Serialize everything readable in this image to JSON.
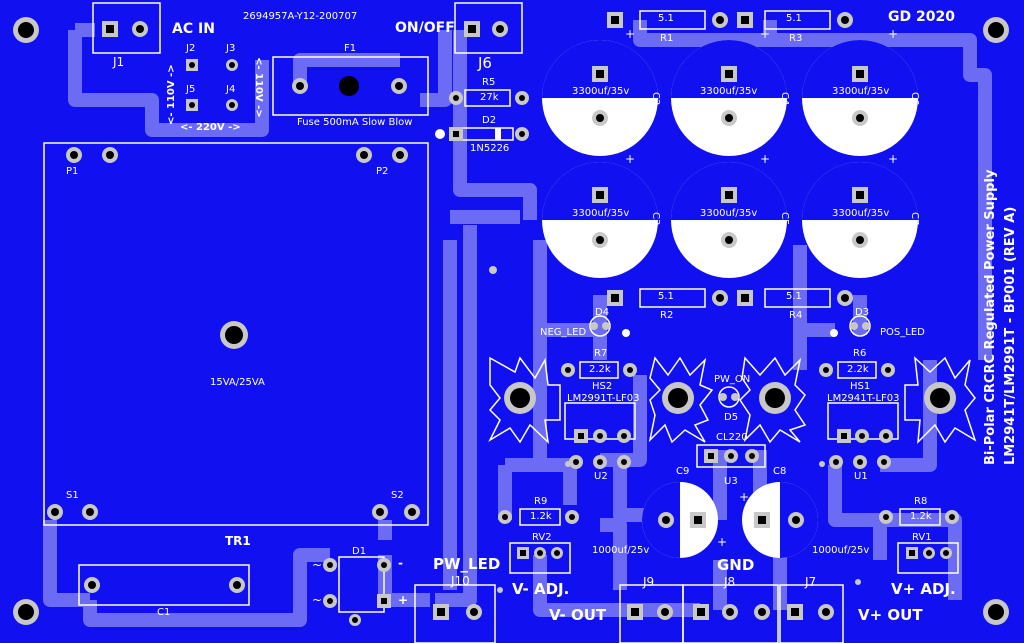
{
  "board": {
    "part_number": "2694957A-Y12-200707",
    "designer": "GD 2020",
    "title_line1": "Bi-Polar CRCRC Regulated Power Supply",
    "title_line2": "LM2941T/LM2991T - BP001 (REV A)"
  },
  "connectors": {
    "j1": "J1",
    "ac_in": "AC IN",
    "j6": "J6",
    "on_off": "ON/OFF",
    "j2": "J2",
    "j3": "J3",
    "j4": "J4",
    "j5": "J5",
    "v110_left": "<- 110V ->",
    "v110_right": "<- 110V ->",
    "v220": "<- 220V ->",
    "j7": "J7",
    "j8": "J8",
    "j9": "J9",
    "j10": "J10",
    "v_plus_out": "V+ OUT",
    "v_minus_out": "V- OUT",
    "gnd": "GND",
    "pw_led": "PW_LED"
  },
  "fuse": {
    "ref": "F1",
    "label": "Fuse 500mA Slow Blow"
  },
  "transformer": {
    "ref": "TR1",
    "label": "15VA/25VA",
    "p1": "P1",
    "p2": "P2",
    "s1": "S1",
    "s2": "S2"
  },
  "resistors": {
    "r1": {
      "ref": "R1",
      "value": "5.1"
    },
    "r2": {
      "ref": "R2",
      "value": "5.1"
    },
    "r3": {
      "ref": "R3",
      "value": "5.1"
    },
    "r4": {
      "ref": "R4",
      "value": "5.1"
    },
    "r5": {
      "ref": "R5",
      "value": "27k"
    },
    "r6": {
      "ref": "R6",
      "value": "2.2k"
    },
    "r7": {
      "ref": "R7",
      "value": "2.2k"
    },
    "r8": {
      "ref": "R8",
      "value": "1.2k"
    },
    "r9": {
      "ref": "R9",
      "value": "1.2k"
    }
  },
  "capacitors": {
    "c1": "C1",
    "c2": {
      "ref": "C2",
      "value": "3300uf/35v"
    },
    "c3": {
      "ref": "C3",
      "value": "3300uf/35v"
    },
    "c4": {
      "ref": "C4",
      "value": "3300uf/35v"
    },
    "c5": {
      "ref": "C5",
      "value": "3300uf/35v"
    },
    "c6": {
      "ref": "C6",
      "value": "3300uf/35v"
    },
    "c7": {
      "ref": "C7",
      "value": "3300uf/35v"
    },
    "c8": {
      "ref": "C8",
      "value": "1000uf/25v"
    },
    "c9": {
      "ref": "C9",
      "value": "1000uf/25v"
    }
  },
  "diodes": {
    "d1": "D1",
    "d2": "D2",
    "d2_value": "1N5226",
    "d3": "D3",
    "pos_led": "POS_LED",
    "d4": "D4",
    "neg_led": "NEG_LED",
    "d5": "D5",
    "pw_on": "PW_ON"
  },
  "regulators": {
    "hs1": "HS1",
    "hs1_part": "LM2941T-LF03",
    "hs2": "HS2",
    "hs2_part": "LM2991T-LF03",
    "u1": "U1",
    "u2": "U2",
    "u3": "U3",
    "u3_part": "CL220"
  },
  "pots": {
    "rv1": "RV1",
    "rv2": "RV2",
    "v_plus_adj": "V+ ADJ.",
    "v_minus_adj": "V- ADJ."
  },
  "symbols": {
    "plus": "+",
    "minus": "-",
    "tilde": "~"
  },
  "colors": {
    "board": "#1010f0",
    "trace": "#6b6bf4",
    "silk": "#ffffff",
    "pad": "#c8c8c8",
    "hole": "#000000"
  }
}
